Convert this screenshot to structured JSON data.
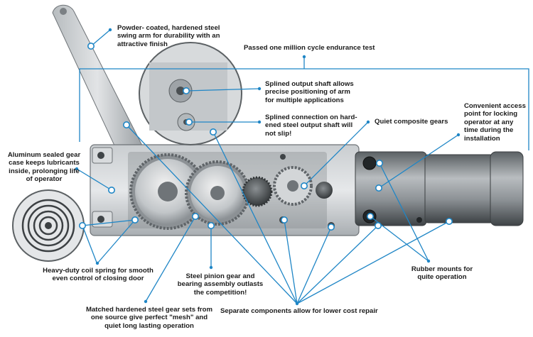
{
  "colors": {
    "leader": "#1f86c6",
    "text": "#1b1b1b",
    "metal": "#9aa0a4",
    "dark_metal": "#4a4f52"
  },
  "callouts": {
    "swing_arm": "Powder- coated, hardened steel\nswing arm for durability with an\nattractive finish",
    "endurance": "Passed one million cycle endurance test",
    "splined_shaft": "Splined output shaft allows\nprecise positioning of arm\nfor multiple applications",
    "splined_connection": "Splined connection on hard-\nened steel output shaft will\nnot slip!",
    "composite_gears": "Quiet composite gears",
    "access_point": "Convenient access\npoint for locking\noperator at any\ntime during the\ninstallation",
    "gear_case": "Aluminum sealed gear\ncase keeps lubricants\ninside, prolonging life\nof operator",
    "coil_spring": "Heavy-duty coil spring for smooth\neven control of closing door",
    "pinion_gear": "Steel pinion gear and\nbearing assembly outlasts\nthe competition!",
    "rubber_mounts": "Rubber mounts for\nquite operation",
    "matched_gears": "Matched hardened steel gear sets from\none source give perfect \"mesh\" and\nquiet long lasting operation",
    "separate_components": "Separate components allow for lower cost repair"
  }
}
